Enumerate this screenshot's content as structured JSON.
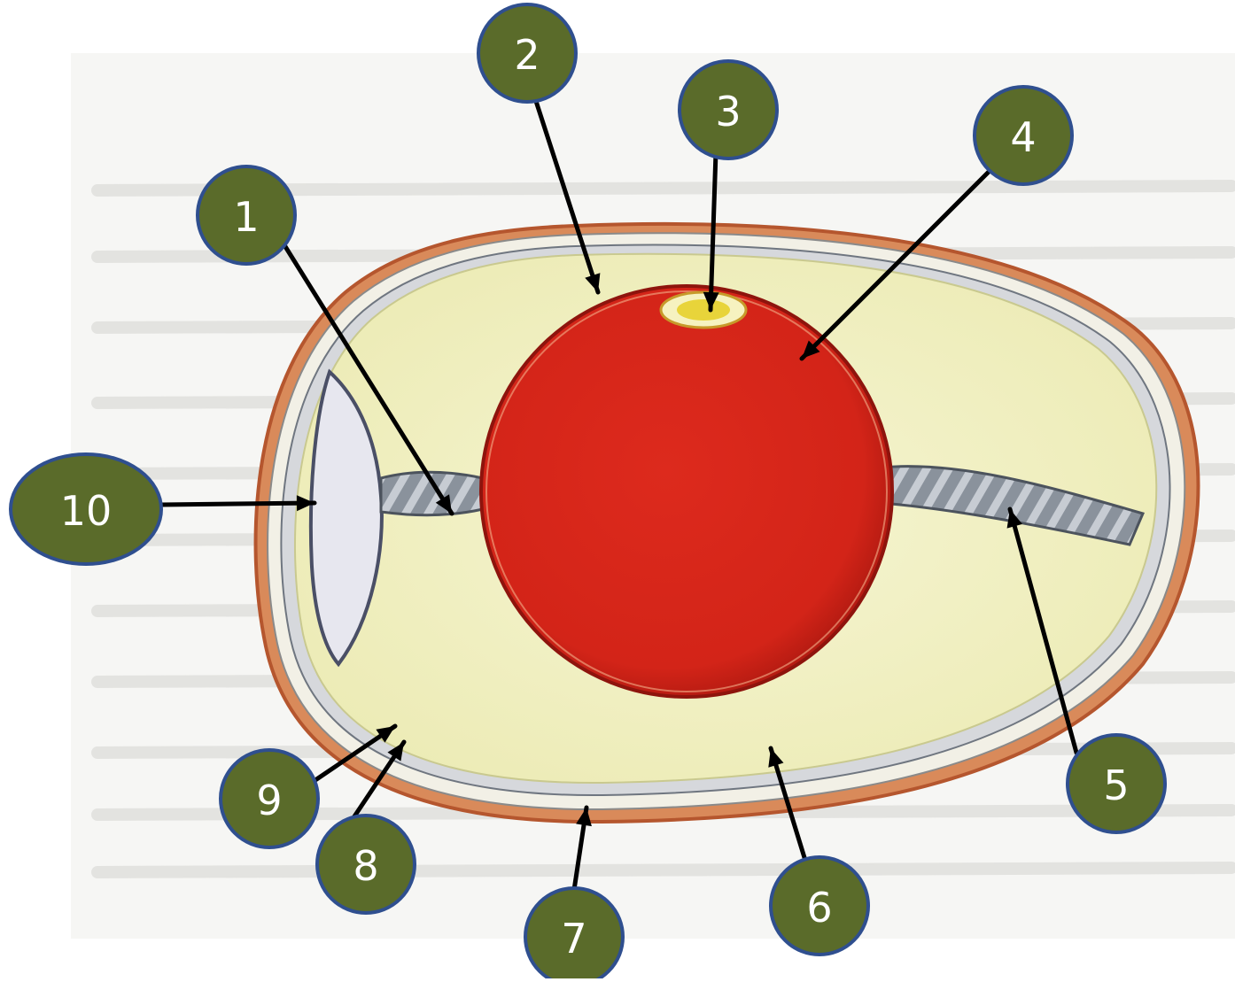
{
  "diagram": {
    "callouts": [
      {
        "id": "1",
        "label": "1"
      },
      {
        "id": "2",
        "label": "2"
      },
      {
        "id": "3",
        "label": "3"
      },
      {
        "id": "4",
        "label": "4"
      },
      {
        "id": "5",
        "label": "5"
      },
      {
        "id": "6",
        "label": "6"
      },
      {
        "id": "7",
        "label": "7"
      },
      {
        "id": "8",
        "label": "8"
      },
      {
        "id": "9",
        "label": "9"
      },
      {
        "id": "10",
        "label": "10"
      }
    ],
    "colors": {
      "callout_fill": "#5a6b2a",
      "callout_stroke": "#2f4f8f",
      "callout_text": "#ffffff",
      "shell": "#c96a3a",
      "albumen": "#f3f1c6",
      "yolk": "#d8221a",
      "germinal_disc": "#e8d43a",
      "chalaza": "#7d8590",
      "air_cell": "#e6e6ee",
      "leader_line": "#000000"
    }
  }
}
